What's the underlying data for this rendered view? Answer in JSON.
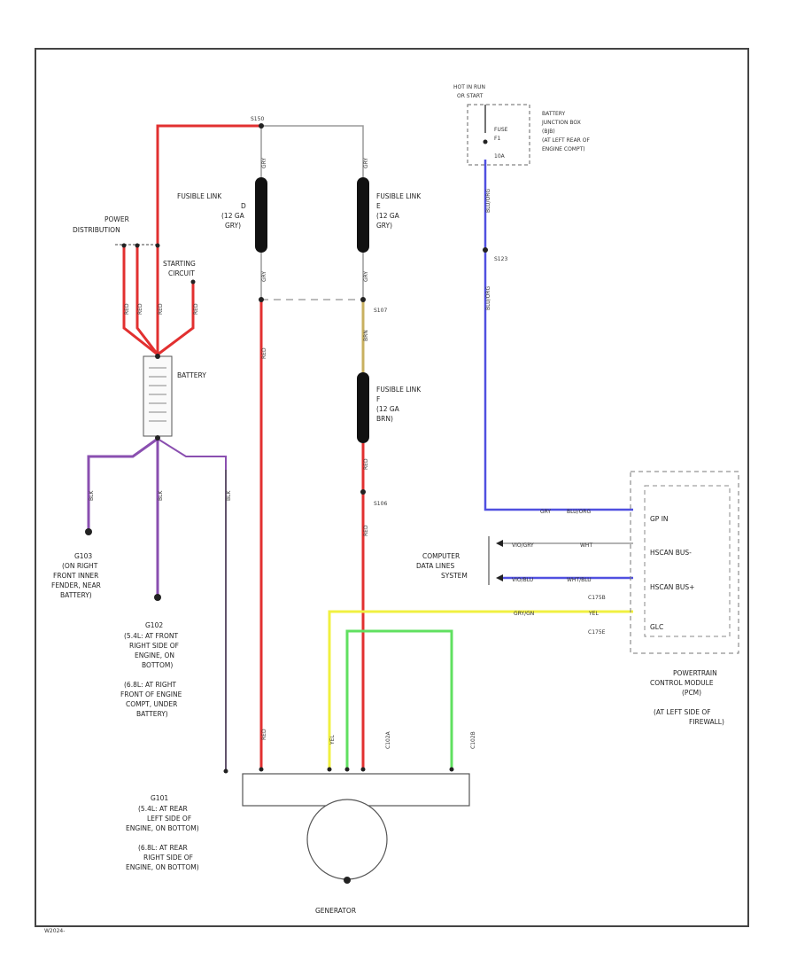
{
  "diagram": {
    "frame_label": "W2024-",
    "wire_colors": {
      "red": "#e23030",
      "purple": "#8a4fb0",
      "blue": "#5050e0",
      "yellow": "#f0f040",
      "green": "#60e060",
      "gray": "#9a9a9a",
      "black": "#222222"
    },
    "fuse_box": {
      "title": [
        "HOT IN RUN",
        "OR START"
      ],
      "fuse_label": "FUSE",
      "fuse_id": "F1",
      "fuse_amp": "10A",
      "box_label": [
        "BATTERY",
        "JUNCTION BOX",
        "(BJB)",
        "(AT LEFT REAR OF",
        "ENGINE COMPT)"
      ]
    },
    "splices": {
      "top": "S150",
      "upper_right": "S123",
      "mid": "S107",
      "lower": "S106"
    },
    "fusible_links": [
      {
        "name": "FUSIBLE LINK",
        "id": "D",
        "spec": "(12 GA",
        "color": "GRY)"
      },
      {
        "name": "FUSIBLE LINK",
        "id": "E",
        "spec": "(12 GA",
        "color": "GRY)"
      },
      {
        "name": "FUSIBLE LINK",
        "id": "F",
        "spec": "(12 GA",
        "color": "BRN)"
      }
    ],
    "power_distribution": [
      "POWER",
      "DISTRIBUTION"
    ],
    "starting_circuit": [
      "STARTING",
      "CIRCUIT"
    ],
    "battery": "BATTERY",
    "grounds": [
      {
        "id": "G103",
        "lines": [
          "G103",
          "(ON RIGHT",
          "FRONT INNER",
          "FENDER, NEAR",
          "BATTERY)"
        ]
      },
      {
        "id": "G102",
        "lines": [
          "G102",
          "(5.4L: AT FRONT",
          "RIGHT SIDE OF",
          "ENGINE, ON",
          "BOTTOM)",
          "(6.8L: AT RIGHT",
          "FRONT OF ENGINE",
          "COMPT, UNDER",
          "BATTERY)"
        ]
      },
      {
        "id": "G101",
        "lines": [
          "G101",
          "(5.4L: AT REAR",
          "LEFT SIDE OF",
          "ENGINE, ON BOTTOM)",
          "(6.8L: AT REAR",
          "RIGHT SIDE OF",
          "ENGINE, ON BOTTOM)"
        ]
      }
    ],
    "generator": "GENERATOR",
    "computer_data_lines": [
      "COMPUTER",
      "DATA LINES",
      "SYSTEM"
    ],
    "pcm": {
      "pins": [
        "GP IN",
        "HSCAN BUS-",
        "HSCAN BUS+",
        "GLC"
      ],
      "label": [
        "POWERTRAIN",
        "CONTROL MODULE",
        "(PCM)",
        "(AT LEFT SIDE OF",
        "FIREWALL)"
      ],
      "connectors": [
        "C175B",
        "C175E"
      ],
      "wire_codes": [
        "GRY",
        "BLU/ORG",
        "VIO/GRY",
        "WHT",
        "VIO/BLU",
        "WHT/BLU",
        "GRY/GN",
        "YEL"
      ]
    },
    "wire_tags": {
      "gry": "GRY",
      "red": "RED",
      "brn": "BRN",
      "blk": "BLK",
      "blu_org": "BLU/ORG",
      "yel": "YEL",
      "c1": "C102A",
      "c2": "C102B"
    }
  }
}
